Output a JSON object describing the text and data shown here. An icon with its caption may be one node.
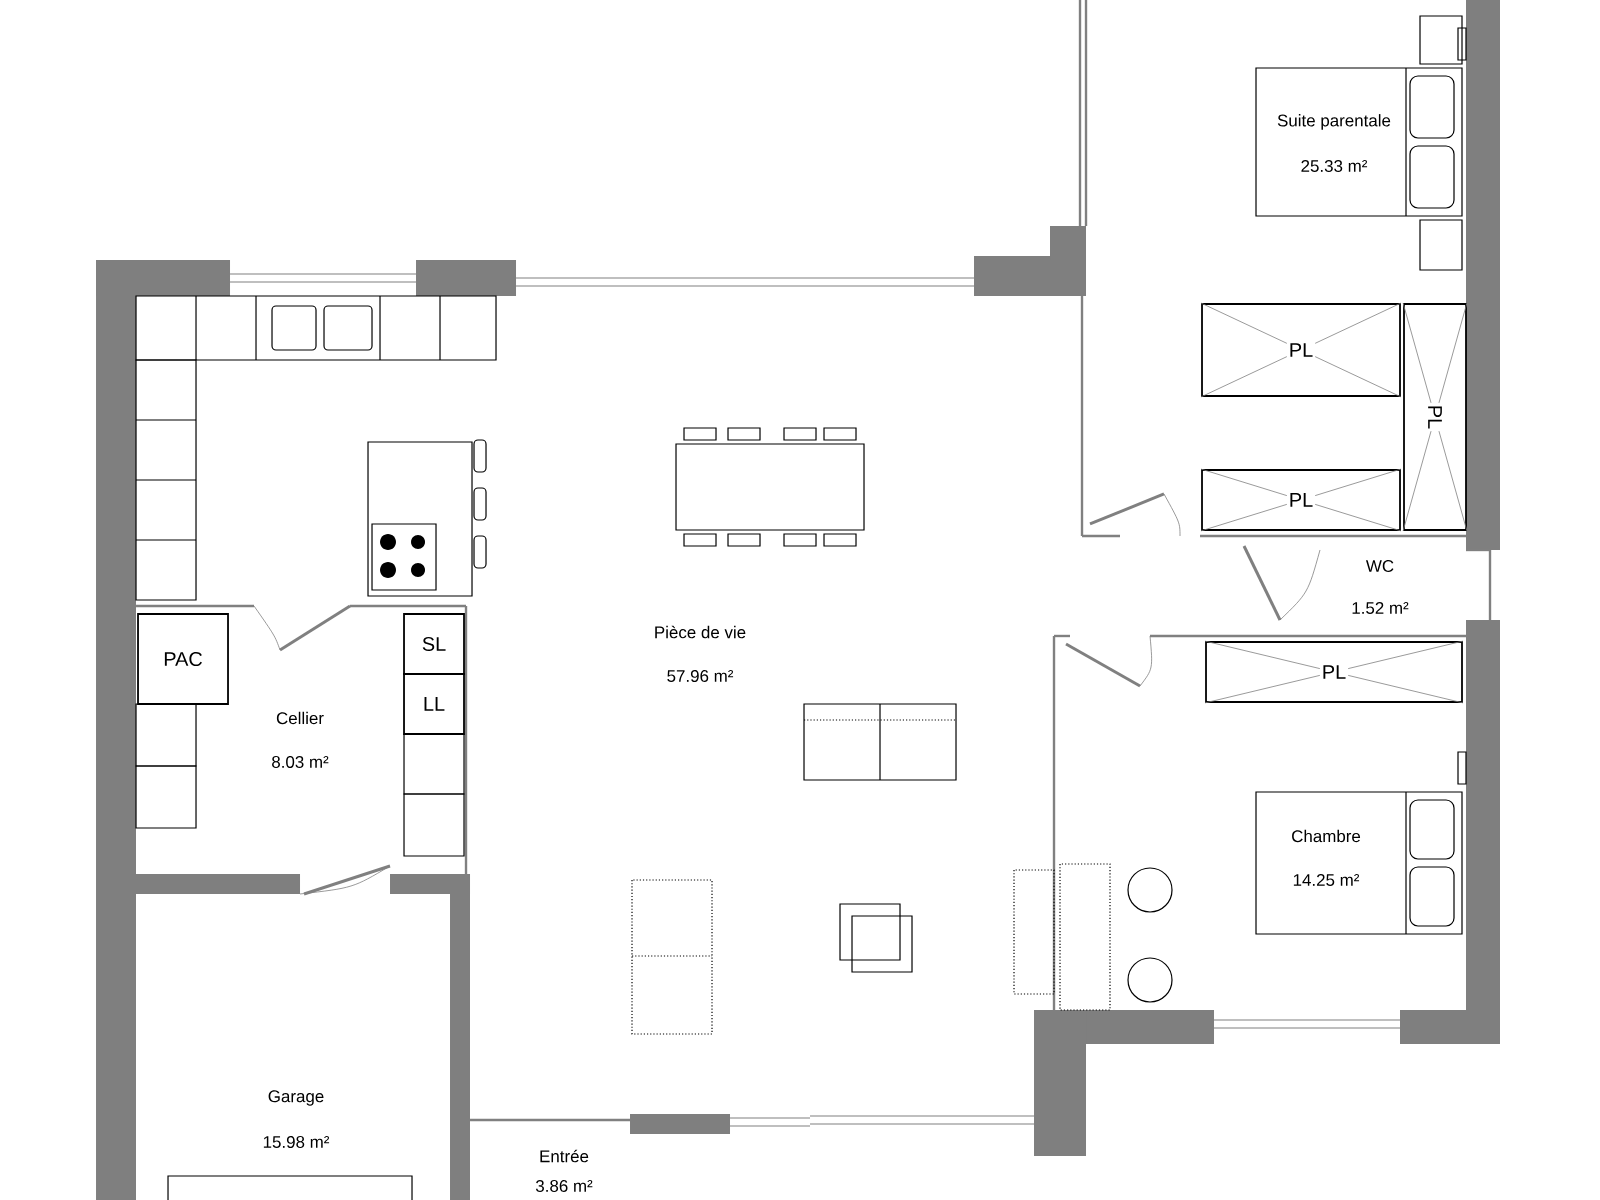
{
  "diagram": {
    "nodes": [
      {
        "text": [
          "PL"
        ]
      },
      {
        "text": [
          "PL"
        ]
      },
      {
        "text": [
          "PL"
        ]
      },
      {
        "text": [
          "PAC"
        ]
      },
      {
        "text": [
          "SL"
        ]
      },
      {
        "text": [
          "PL"
        ]
      },
      {
        "text": [
          "LL"
        ]
      }
    ],
    "labels": [
      "Suite parentale",
      "25.33 m²",
      "WC",
      "1.52 m²",
      "Pièce de vie",
      "57.96 m²",
      "Cellier",
      "8.03 m²",
      "Chambre",
      "14.25 m²",
      "Garage",
      "15.98 m²",
      "Entrée",
      "3.86 m²"
    ]
  }
}
